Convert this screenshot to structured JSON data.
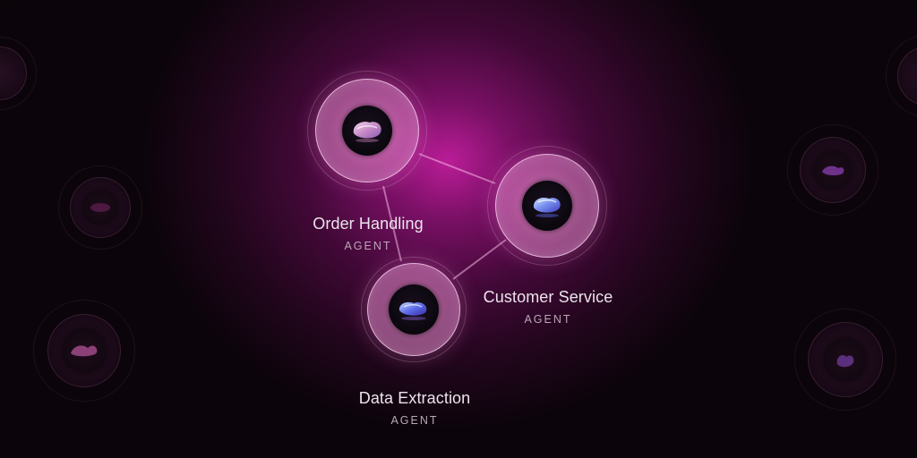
{
  "agents": [
    {
      "name": "Order Handling",
      "type": "AGENT",
      "icon": "glass-blob-icon"
    },
    {
      "name": "Customer Service",
      "type": "AGENT",
      "icon": "glass-blob-icon"
    },
    {
      "name": "Data Extraction",
      "type": "AGENT",
      "icon": "glass-blob-icon"
    }
  ],
  "colors": {
    "background": "#0c040b",
    "glow": "#c41ea0",
    "label": "#ece4ec",
    "sublabel": "#b9a7b8"
  }
}
